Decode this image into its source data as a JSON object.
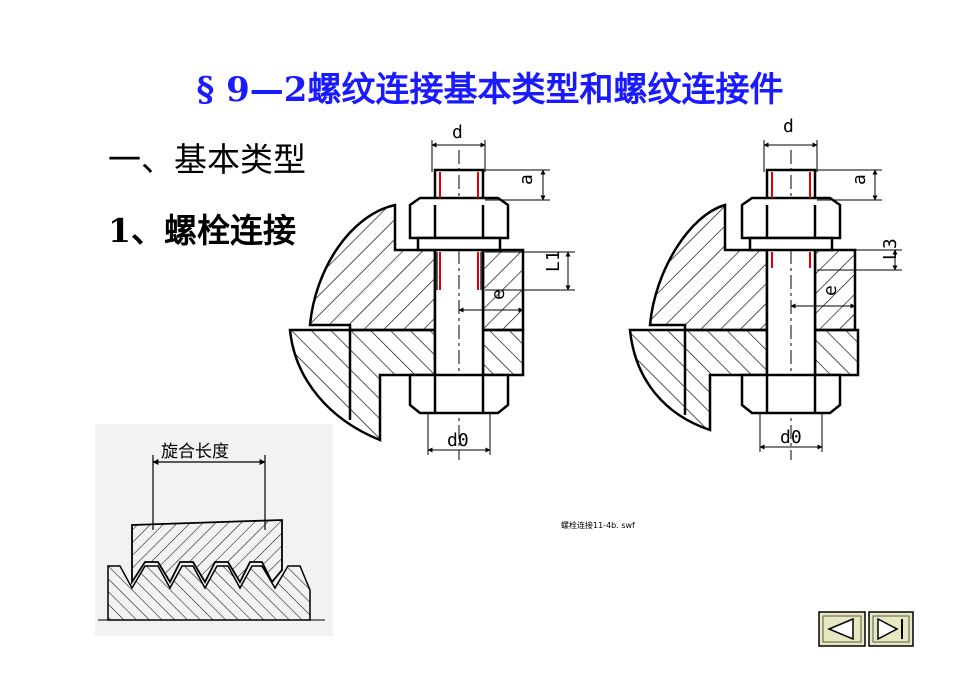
{
  "slide": {
    "title": "§ 9—2螺纹连接基本类型和螺纹连接件",
    "heading_1": "一、基本类型",
    "heading_2": "1、螺栓连接",
    "media_caption": "螺栓连接11-4b. swf",
    "thread_figure_label": "旋合长度"
  },
  "drawing_left": {
    "label_top": "d",
    "label_side": "a",
    "label_gap": "L1",
    "label_e": "e",
    "label_bottom": "d0"
  },
  "drawing_right": {
    "label_top": "d",
    "label_side": "a",
    "label_gap": "L3",
    "label_e": "e",
    "label_bottom": "d0"
  },
  "nav": {
    "prev_icon": "triangle-left-icon",
    "next_icon": "skip-to-end-icon",
    "accent": "#e8e8c0",
    "hatch_color": "#000000",
    "thread_mark_color": "#e00000",
    "title_color": "#1a1aff"
  }
}
